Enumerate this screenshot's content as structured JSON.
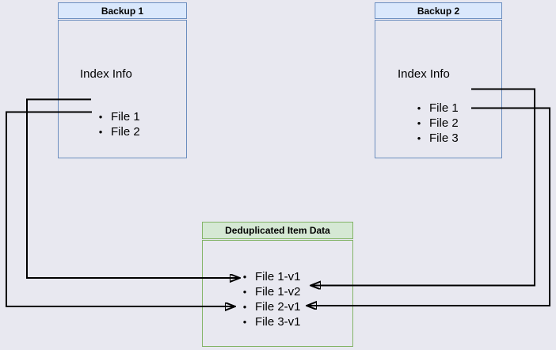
{
  "page": {
    "background_color": "#e8e8f0",
    "arrow_color": "#000000"
  },
  "backup1": {
    "title": "Backup 1",
    "subtitle": "Index Info",
    "files": [
      "File 1",
      "File 2"
    ],
    "header_fill": "#dae8fc",
    "border_color": "#6c8ebf",
    "bullet_icon": "•"
  },
  "backup2": {
    "title": "Backup 2",
    "subtitle": "Index Info",
    "files": [
      "File 1",
      "File 2",
      "File 3"
    ],
    "header_fill": "#dae8fc",
    "border_color": "#6c8ebf",
    "bullet_icon": "•"
  },
  "dedup": {
    "title": "Deduplicated Item Data",
    "items": [
      "File 1-v1",
      "File 1-v2",
      "File 2-v1",
      "File 3-v1"
    ],
    "header_fill": "#d5e8d4",
    "border_color": "#82b366",
    "bullet_icon": "•"
  },
  "links": [
    {
      "from": "Backup 1 / File 1",
      "to": "File 1-v1"
    },
    {
      "from": "Backup 1 / File 2",
      "to": "File 2-v1"
    },
    {
      "from": "Backup 2 / File 1",
      "to": "File 1-v2"
    },
    {
      "from": "Backup 2 / File 2",
      "to": "File 2-v1"
    }
  ]
}
